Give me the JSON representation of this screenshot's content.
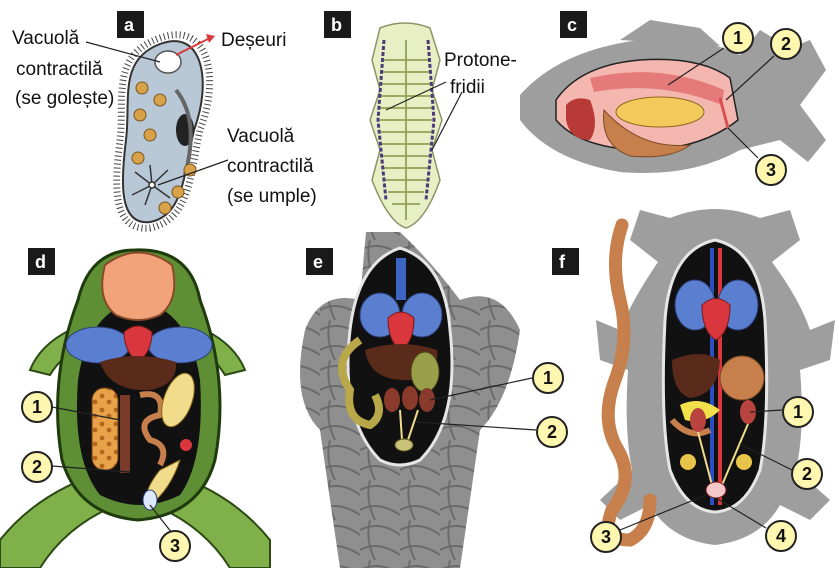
{
  "panels": {
    "a": {
      "letter": "a",
      "labels": {
        "vac_empty_1": "Vacuolă",
        "vac_empty_2": "contractilă",
        "vac_empty_3": "(se golește)",
        "waste": "Deșeuri",
        "vac_fill_1": "Vacuolă",
        "vac_fill_2": "contractilă",
        "vac_fill_3": "(se umple)"
      }
    },
    "b": {
      "letter": "b",
      "labels": {
        "proto_1": "Protone-",
        "proto_2": "fridii"
      }
    },
    "c": {
      "letter": "c",
      "markers": [
        "1",
        "2",
        "3"
      ]
    },
    "d": {
      "letter": "d",
      "markers": [
        "1",
        "2",
        "3"
      ]
    },
    "e": {
      "letter": "e",
      "markers": [
        "1",
        "2"
      ]
    },
    "f": {
      "letter": "f",
      "markers": [
        "1",
        "2",
        "3",
        "4"
      ]
    }
  },
  "colors": {
    "badge": "#1a1a1a",
    "marker_fill": "#fff7b0",
    "marker_stroke": "#222222",
    "silhouette": "#9e9e9e",
    "heart": "#d9363e",
    "lung": "#5a7fd1",
    "liver": "#5a2a1a",
    "intestine": "#c77f4c",
    "arrow": "#d93a3a"
  }
}
